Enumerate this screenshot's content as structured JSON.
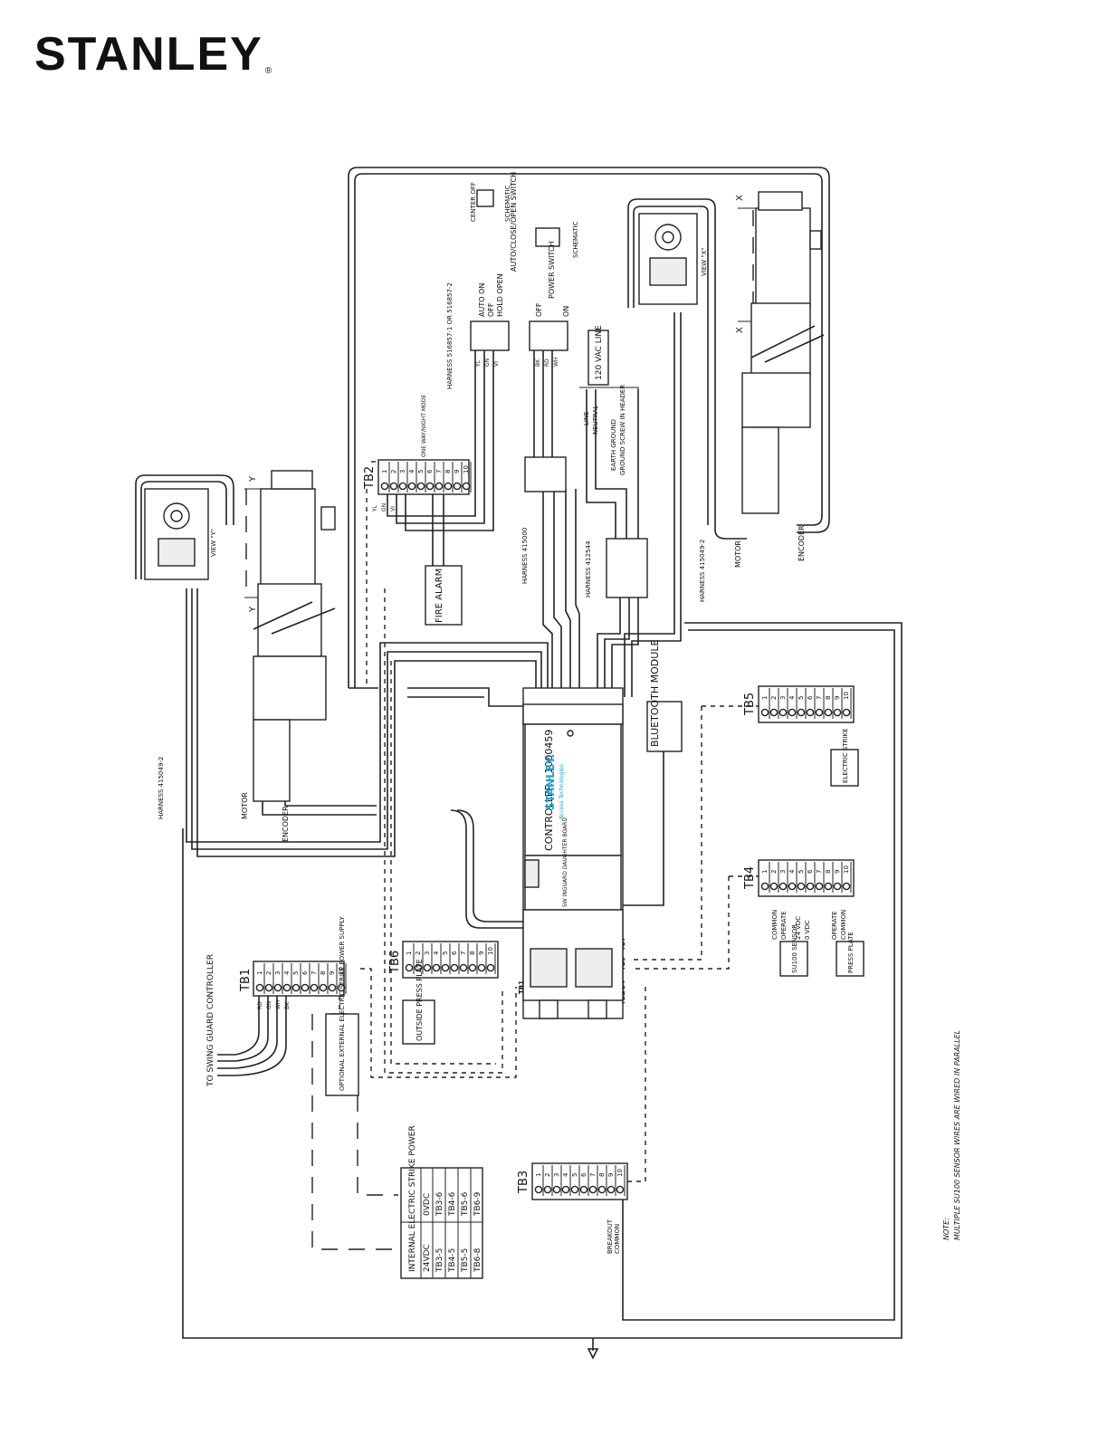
{
  "brand": {
    "logo_text": "STANLEY",
    "registered_mark": "®"
  },
  "components": {
    "controller": {
      "label": "CONTROLLER - 1000459",
      "brand": "STANLEY.",
      "sub": "Access Technologies",
      "daughter": "SW INGUARD DAUGHTER BOARD",
      "tb_labels": [
        "TB1",
        "TB2",
        "TB6",
        "TB4",
        "TB5",
        "TB7",
        "TB3"
      ]
    },
    "bluetooth": {
      "label": "BLUETOOTH MODULE"
    },
    "tb1": {
      "label": "TB1",
      "terminals": [
        "1",
        "2",
        "3",
        "4",
        "5",
        "6",
        "7",
        "8",
        "9",
        "10"
      ],
      "wires": [
        "RD",
        "GN",
        "WH",
        "BK"
      ],
      "note": "TO SWING GUARD CONTROLLER"
    },
    "tb2": {
      "label": "TB2",
      "terminals": [
        "1",
        "2",
        "3",
        "4",
        "5",
        "6",
        "7",
        "8",
        "9",
        "10"
      ],
      "wires": [
        "YL",
        "GN",
        "VI"
      ],
      "note": "ONE WAY/NIGHT MODE"
    },
    "tb3": {
      "label": "TB3",
      "terminals": [
        "1",
        "2",
        "3",
        "4",
        "5",
        "6",
        "7",
        "8",
        "9",
        "10"
      ],
      "wires": [
        "BREAKOUT",
        "COMMON"
      ]
    },
    "tb4": {
      "label": "TB4",
      "terminals": [
        "1",
        "2",
        "3",
        "4",
        "5",
        "6",
        "7",
        "8",
        "9",
        "10"
      ],
      "wires": [
        "COMMON",
        "OPERATE",
        "24 VDC",
        "0 VDC",
        "OPERATE",
        "COMMON"
      ]
    },
    "tb5": {
      "label": "TB5",
      "terminals": [
        "1",
        "2",
        "3",
        "4",
        "5",
        "6",
        "7",
        "8",
        "9",
        "10"
      ]
    },
    "tb6": {
      "label": "TB6",
      "terminals": [
        "1",
        "2",
        "3",
        "4",
        "5",
        "6",
        "7",
        "8",
        "9",
        "10"
      ]
    },
    "fire_alarm": "FIRE ALARM",
    "outside_press_plate": "OUTSIDE PRESS PLATE",
    "electric_strike": "ELECTRIC STRIKE",
    "su100_sensor": "SU100 SENSOR",
    "press_plate": "PRESS PLATE",
    "optional_strike_ps": "OPTIONAL EXTERNAL ELECTRIC STRIKE POWER SUPPLY",
    "strike_table": {
      "title": "INTERNAL ELECTRIC STRIKE POWER",
      "headers": [
        "24VDC",
        "0VDC"
      ],
      "rows": [
        [
          "TB3-5",
          "TB3-6"
        ],
        [
          "TB4-5",
          "TB4-6"
        ],
        [
          "TB5-5",
          "TB5-6"
        ],
        [
          "TB6-8",
          "TB6-9"
        ]
      ]
    },
    "auto_switch": {
      "label": "AUTO/CLOSE/OPEN SWITCH",
      "positions": [
        "AUTO ON",
        "OFF",
        "HOLD OPEN"
      ],
      "schematic": "SCHEMATIC",
      "center": "CENTER OFF",
      "wires": [
        "YL",
        "GN",
        "VI"
      ]
    },
    "power_switch": {
      "label": "POWER SWITCH",
      "positions": [
        "OFF",
        "ON"
      ],
      "schematic": "SCHEMATIC",
      "wires": [
        "BK",
        "RD",
        "WH"
      ]
    },
    "line_box": {
      "label": "120 VAC LINE",
      "items": [
        "LINE",
        "NEUTRAL",
        "EARTH GROUND",
        "GROUND SCREW IN HEADER"
      ]
    },
    "view_x": "VIEW \"X\"",
    "view_y": "VIEW \"Y\"",
    "x_mark": "X",
    "y_mark": "Y",
    "motor": "MOTOR",
    "encoder": "ENCODER",
    "harnesses": {
      "h1": "HARNESS 516857-1 OR 516857-2",
      "h2": "HARNESS 415000",
      "h3": "HARNESS 412544",
      "h4": "HARNESS 415049-2",
      "h5": "HARNESS 415049-2"
    },
    "note": {
      "title": "NOTE:",
      "text": "MULTIPLE SU100 SENSOR WIRES ARE WIRED IN PARALLEL"
    }
  }
}
